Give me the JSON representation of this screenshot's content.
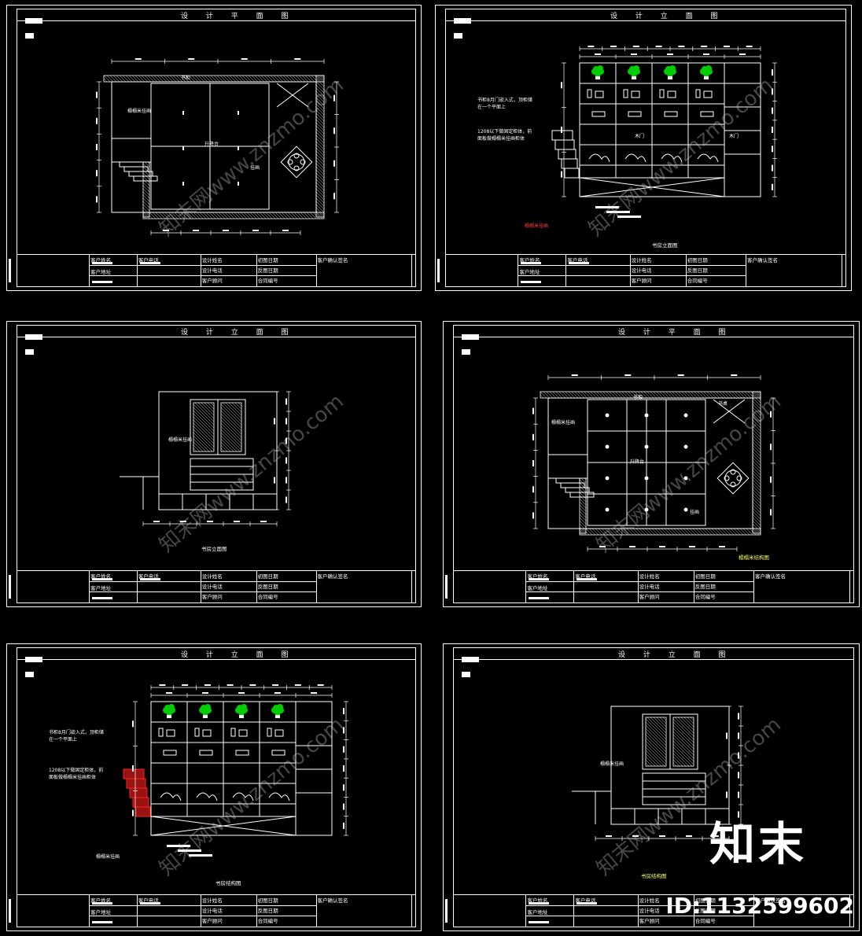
{
  "sheets": [
    {
      "title": "设 计 平 面 图",
      "caption": "",
      "labels": [
        "书柜",
        "升降台",
        "挂画",
        "榻榻米挂画"
      ]
    },
    {
      "title": "设 计 立 面 图",
      "caption": "书房立面图",
      "labels": [
        "木门",
        "木门",
        "书柜8月门嵌入式，顶柜储在一个平面上",
        "1208以下做固定柜体，前面板做榻榻米挂画柜体",
        "榻榻米挂画"
      ]
    },
    {
      "title": "设 计 立 面 图",
      "caption": "书房立面图",
      "labels": [
        "榻榻米挂画"
      ]
    },
    {
      "title": "设 计 平 面 图",
      "caption": "榻榻米结构图",
      "labels": [
        "书柜",
        "书桌",
        "升降台",
        "挂画",
        "榻榻米挂画"
      ]
    },
    {
      "title": "设 计 立 面 图",
      "caption": "书房结构图",
      "labels": [
        "书柜8月门嵌入式，顶柜储在一个平面上",
        "1208以下做固定柜体，前面板做榻榻米挂画柜体",
        "榻榻米挂画"
      ]
    },
    {
      "title": "设 计 立 面 图",
      "caption": "书房结构图",
      "labels": [
        "榻榻米挂画"
      ]
    }
  ],
  "title_block": {
    "client_name": "客户姓名",
    "client_phone": "客户电话",
    "client_address": "客户地址",
    "designer_name": "设计姓名",
    "designer_phone": "设计电话",
    "client_advisor": "客户顾问",
    "first_date": "初图日期",
    "change_date": "反图日期",
    "contract_no": "合同编号",
    "client_sign": "客户确认签名"
  },
  "watermark": "知末网www.znzmo.com",
  "brand": "知末",
  "id_text": "ID:1132599602",
  "colors": {
    "line": "#ffffff",
    "plant": "#00cc00",
    "highlight": "#ff2020",
    "caption": "#ffff66"
  }
}
